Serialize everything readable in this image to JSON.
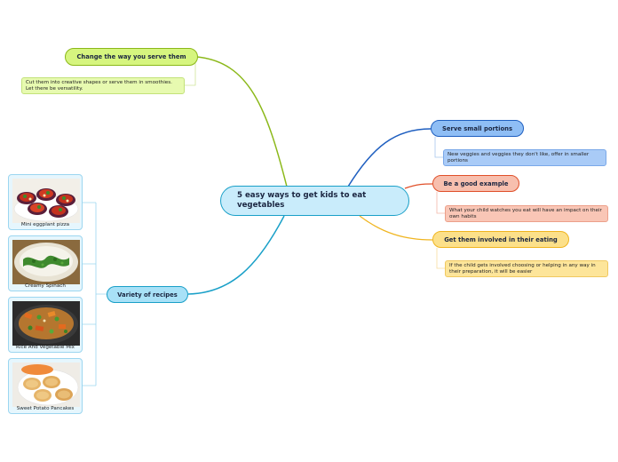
{
  "center": {
    "title": "5 easy ways to get kids to eat vegetables"
  },
  "branches": {
    "change": {
      "title": "Change the way you serve them",
      "note": "Cut them into creative shapes or serve them in smoothies. Let there be versatility."
    },
    "small": {
      "title": "Serve small portions",
      "note": "New veggies and veggies they don't like, offer in smaller portions"
    },
    "example": {
      "title": "Be a good example",
      "note": "What your child watches you eat will have an impact on their own habits"
    },
    "involved": {
      "title": "Get them involved in their eating",
      "note": "If the child gets involved choosing or helping in any way in their preparation, it will be easier"
    },
    "recipes": {
      "title": "Variety of recipes",
      "items": [
        {
          "label": "Mini eggplant pizza"
        },
        {
          "label": "Creamy Spinach"
        },
        {
          "label": "Rice And Vegetable Mix"
        },
        {
          "label": "Sweet Potato Pancakes"
        }
      ]
    }
  },
  "colors": {
    "change": "#8bb819",
    "small": "#1f5fc0",
    "example": "#e0502a",
    "involved": "#f0b520",
    "recipes": "#1aa0c8"
  }
}
